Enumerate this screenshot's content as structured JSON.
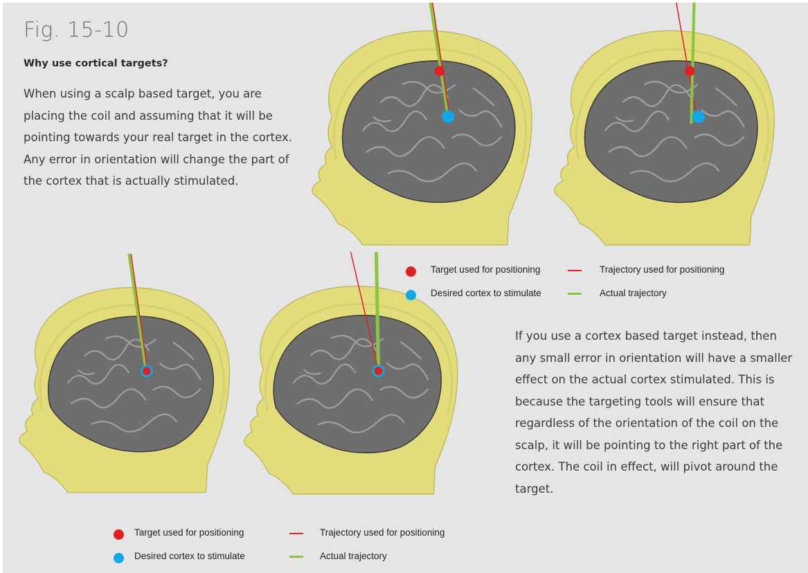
{
  "figure": {
    "title": "Fig. 15-10",
    "subtitle": "Why use cortical targets?",
    "paragraph_1": "When using a scalp based target, you are placing the coil and assuming that it will be pointing towards your real target in the cortex. Any error in orientation will change the part of the cortex that is actually stimulated.",
    "paragraph_2": "If you use  a cortex based target instead, then any small error in orientation will have a smaller effect on the actual cortex stimulated. This is because the targeting tools will ensure that regardless of the orientation of the coil on the scalp, it will be pointing to the right part of the cortex. The coil in effect, will pivot around the target."
  },
  "legend_top": {
    "target": "Target used for positioning",
    "desired": "Desired cortex to stimulate",
    "trajectory": "Trajectory used for positioning",
    "actual": "Actual trajectory"
  },
  "legend_bottom": {
    "target": "Target used for positioning",
    "desired": "Desired cortex to stimulate",
    "trajectory": "Trajectory used for positioning",
    "actual": "Actual trajectory"
  },
  "colors": {
    "background": "#e5e5e5",
    "scalp": "#e2dc7a",
    "brain": "#6e6e6e",
    "target_red": "#e02020",
    "cortex_blue": "#12a7e6",
    "trajectory_red": "#e02020",
    "actual_green": "#8bc540"
  }
}
